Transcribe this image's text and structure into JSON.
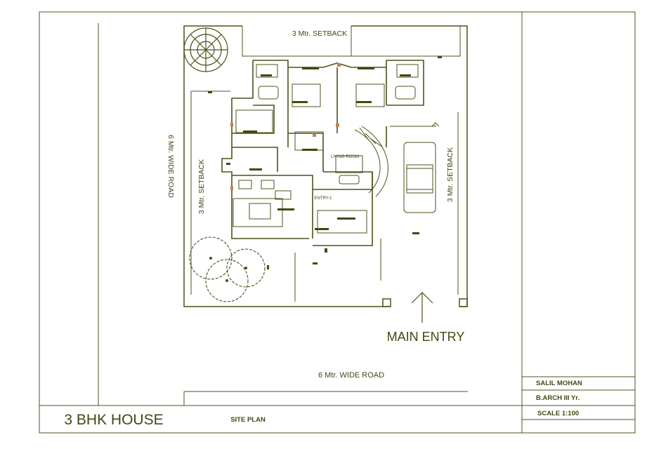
{
  "sheet": {
    "project_title": "3 BHK HOUSE",
    "drawing_name": "SITE PLAN",
    "author": "SALIL MOHAN",
    "course": "B.ARCH III Yr.",
    "scale": "SCALE 1:100"
  },
  "plan": {
    "setback_top": "3 Mtr. SETBACK",
    "setback_left": "3 Mtr. SETBACK",
    "setback_right": "3 Mtr. SETBACK",
    "road_left": "6 Mtr. WIDE ROAD",
    "road_bottom": "6 Mtr. WIDE ROAD",
    "main_entry": "MAIN ENTRY",
    "living_room": "LIVING ROOM",
    "entry_1": "ENTRY-1"
  },
  "colors": {
    "line": "#4a5418",
    "text": "#3d4a12",
    "accent_furniture": "#3e4a10",
    "door_marker": "#b08a5a"
  }
}
